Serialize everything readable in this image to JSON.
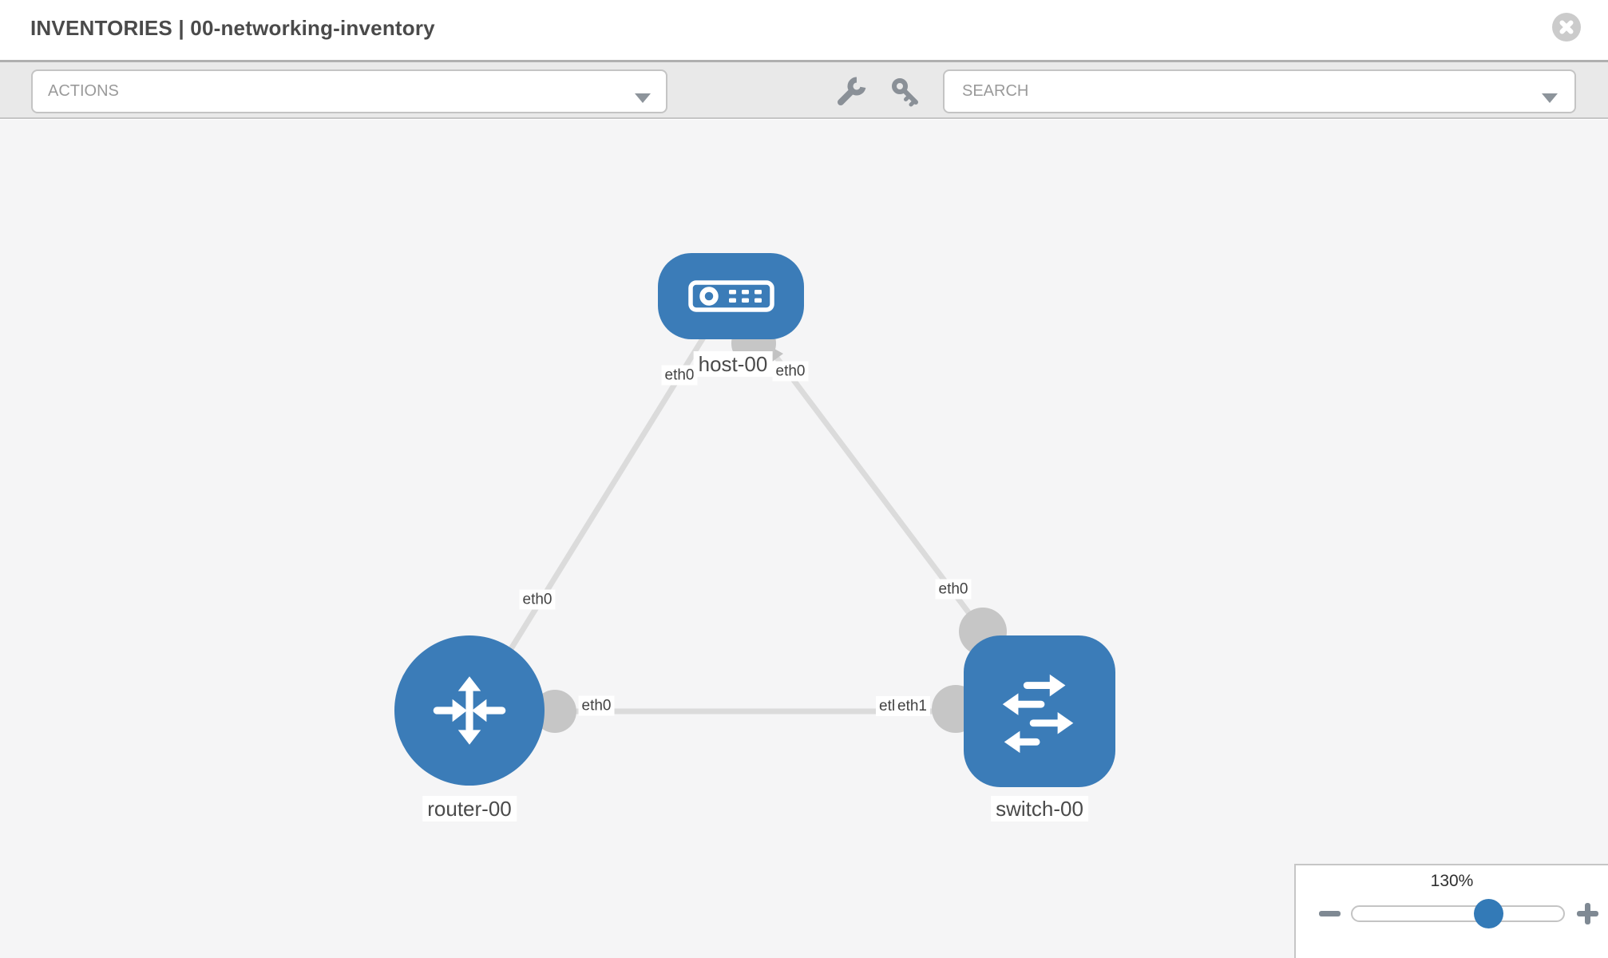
{
  "header": {
    "title": "INVENTORIES | 00-networking-inventory",
    "close_icon": "close-circle-icon"
  },
  "toolbar": {
    "actions_label": "ACTIONS",
    "search_placeholder": "SEARCH",
    "icons": [
      "wrench-icon",
      "key-icon"
    ]
  },
  "topology": {
    "nodes": [
      {
        "label": "host-00",
        "type": "host"
      },
      {
        "label": "router-00",
        "type": "router"
      },
      {
        "label": "switch-00",
        "type": "switch"
      }
    ],
    "links": [
      {
        "from": "host-00",
        "to": "router-00"
      },
      {
        "from": "host-00",
        "to": "switch-00"
      },
      {
        "from": "router-00",
        "to": "switch-00"
      }
    ],
    "interfaces": [
      {
        "text": "eth0",
        "position": "host-left"
      },
      {
        "text": "eth0",
        "position": "host-right"
      },
      {
        "text": "eth0",
        "position": "router-top-link"
      },
      {
        "text": "eth0",
        "position": "switch-top-link"
      },
      {
        "text": "eth0",
        "position": "router-switch-link-left"
      },
      {
        "text": "eth0",
        "position": "router-switch-link-right-under"
      },
      {
        "text": "eth1",
        "position": "router-switch-link-right"
      }
    ]
  },
  "zoom_control": {
    "level": "130%"
  },
  "colors": {
    "node_blue": "#3b7cb8",
    "thumb_blue": "#337ab7",
    "link_gray": "#dbdbdb",
    "port_gray": "#c6c6c6",
    "toolbar_gray": "#e9e9e9",
    "canvas_gray": "#f5f5f6"
  }
}
